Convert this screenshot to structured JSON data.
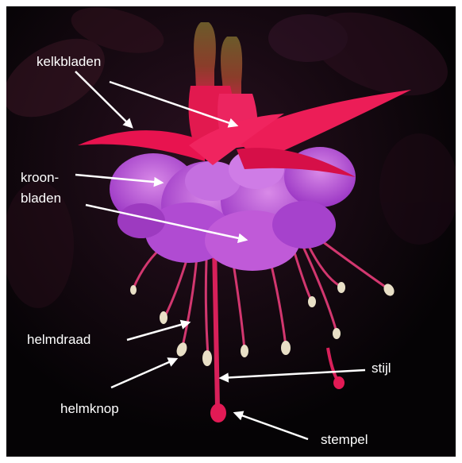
{
  "labels": {
    "kelkbladen": "kelkbladen",
    "kroonbladen_line1": "kroon-",
    "kroonbladen_line2": "bladen",
    "helmdraad": "helmdraad",
    "helmknop": "helmknop",
    "stijl": "stijl",
    "stempel": "stempel"
  },
  "colors": {
    "background": "#050305",
    "sepal": "#e8134f",
    "petal": "#b84fd6",
    "stamen": "#d2376f",
    "anther": "#e8dfc6",
    "label_text": "#ffffff",
    "arrow": "#ffffff"
  }
}
